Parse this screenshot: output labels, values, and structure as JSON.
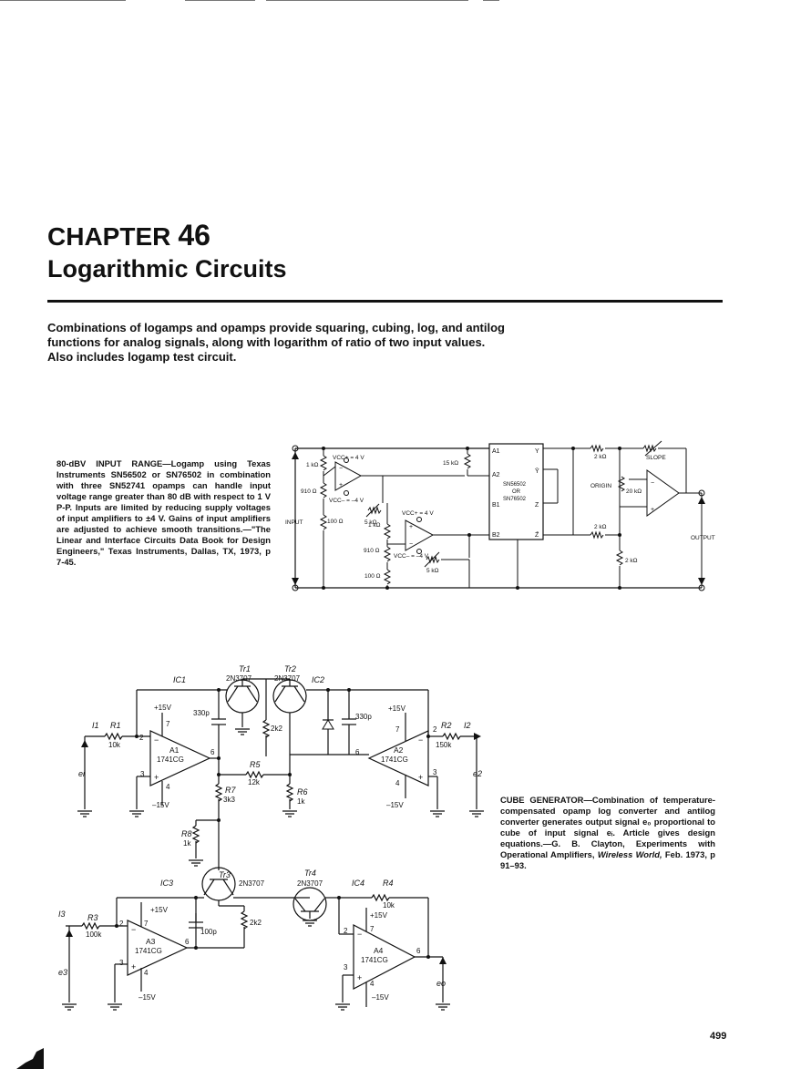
{
  "chapter": {
    "label": "CHAPTER",
    "number": "46",
    "title": "Logarithmic Circuits"
  },
  "intro": "Combinations of logamps and opamps provide squaring, cubing, log, and antilog functions for analog signals, along with logarithm of ratio of two input values. Also includes logamp test circuit.",
  "caption1": {
    "title": "80-dBV INPUT RANGE",
    "body": "—Logamp using Texas Instruments SN56502 or SN76502 in combination with three SN52741 opamps can handle input voltage range greater than 80 dB with respect to 1 V P-P. Inputs are limited by reducing supply voltages of input amplifiers to ±4 V. Gains of input amplifiers are adjusted to achieve smooth transitions.—\"The Linear and Interface Circuits Data Book for Design Engineers,\" Texas Instruments, Dallas, TX, 1973, p 7-45."
  },
  "caption2": {
    "title": "CUBE GENERATOR",
    "body": "—Combination of temperature-compensated opamp log converter and antilog converter generates output signal e₀ proportional to cube of input signal eᵢ. Article gives design equations.—G. B. Clayton, Experiments with Operational Amplifiers, ",
    "source_italic": "Wireless World,",
    "source_tail": " Feb. 1973, p 91–93."
  },
  "page_number": "499",
  "diagram1": {
    "labels": {
      "vcc_pos1": "VCC+ = 4 V",
      "vcc_neg1": "VCC– = –4 V",
      "vcc_pos2": "VCC+ = 4 V",
      "vcc_neg2": "VCC– = –4 V",
      "r1k_top": "1 kΩ",
      "r910_top": "910 Ω",
      "r100_top": "100 Ω",
      "r5k_top": "5 kΩ",
      "r1k_mid": "1 kΩ",
      "r910_mid": "910 Ω",
      "r5k_mid": "5 kΩ",
      "r100_bot": "100 Ω",
      "r15k": "15 kΩ",
      "input": "INPUT",
      "output": "OUTPUT",
      "a1": "A1",
      "a2": "A2",
      "b1": "B1",
      "b2": "B2",
      "y": "Y",
      "ybar": "Ȳ",
      "z": "Z",
      "zbar": "Z̄",
      "chip1": "SN56502",
      "chip_or": "OR",
      "chip2": "SN76502",
      "r2k_top": "2 kΩ",
      "slope": "SLOPE",
      "origin": "ORIGIN",
      "r20k": "20 kΩ",
      "r2k_mid": "2 kΩ",
      "r2k_bot": "2 kΩ"
    }
  },
  "diagram2": {
    "labels": {
      "tr1": "Tr1",
      "tr1_part": "2N3707",
      "tr2": "Tr2",
      "tr2_part": "2N3707",
      "tr3": "Tr3",
      "tr3_part": "2N3707",
      "tr4": "Tr4",
      "tr4_part": "2N3707",
      "ic1": "IC1",
      "ic2": "IC2",
      "ic3": "IC3",
      "ic4": "IC4",
      "i1": "I1",
      "i2": "I2",
      "i3": "I3",
      "r1": "R1",
      "r1_val": "10k",
      "r2": "R2",
      "r2_val": "150k",
      "r3": "R3",
      "r3_val": "100k",
      "r4": "R4",
      "r4_val": "10k",
      "r5": "R5",
      "r5_val": "12k",
      "r6": "R6",
      "r6_val": "1k",
      "r7": "R7",
      "r7_val": "3k3",
      "r8": "R8",
      "r8_val": "1k",
      "c330a": "330p",
      "c330b": "330p",
      "c100": "100p",
      "r2k2a": "2k2",
      "r2k2b": "2k2",
      "a1": "A1",
      "a2": "A2",
      "a3": "A3",
      "a4": "A4",
      "part": "1741CG",
      "p15": "+15V",
      "m15": "–15V",
      "ei": "ei",
      "e2": "e2",
      "e3": "e3",
      "eo": "eo"
    }
  }
}
